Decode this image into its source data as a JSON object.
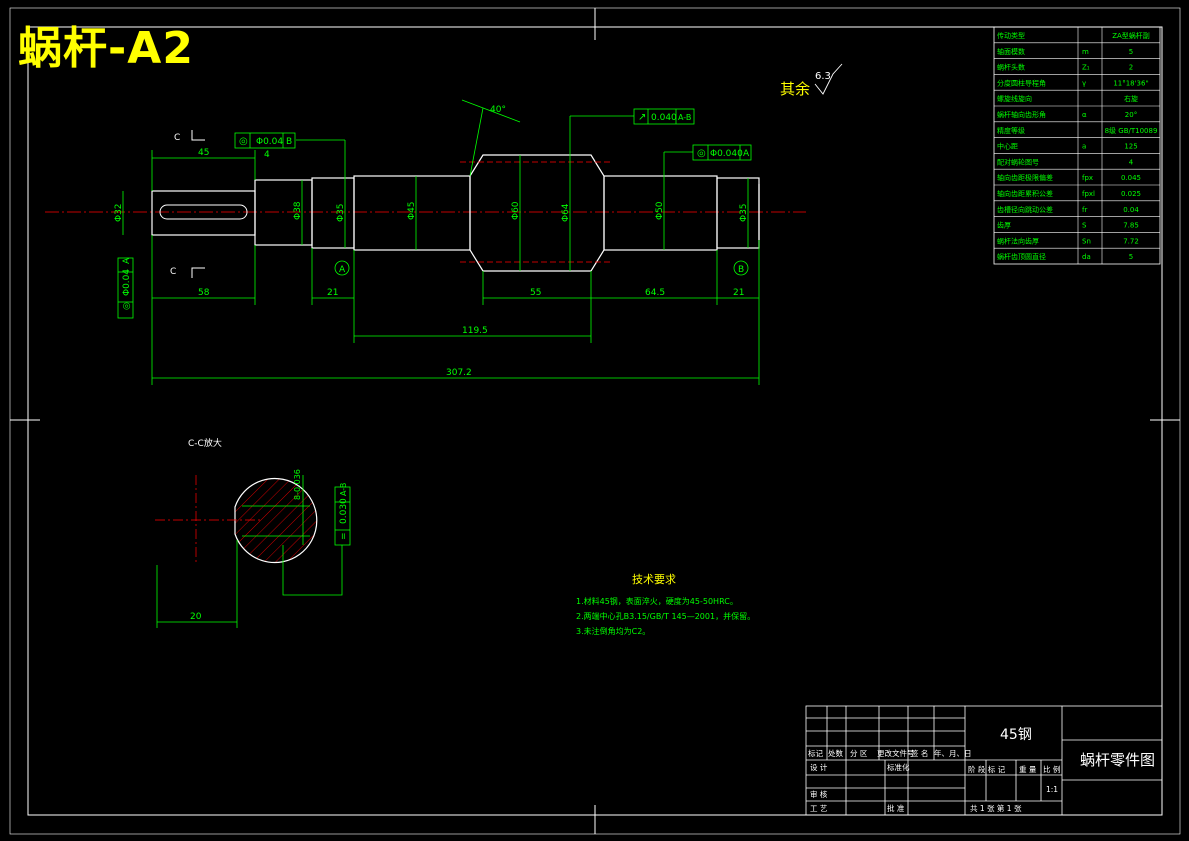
{
  "drawing_title": "蜗杆-A2",
  "roughness_note": {
    "prefix": "其余",
    "value": "6.3"
  },
  "params_table": {
    "rows": [
      {
        "label": "传动类型",
        "symbol": "",
        "value": "ZA型蜗杆副"
      },
      {
        "label": "轴面模数",
        "symbol": "m",
        "value": "5"
      },
      {
        "label": "蜗杆头数",
        "symbol": "Z₁",
        "value": "2"
      },
      {
        "label": "分度圆柱导程角",
        "symbol": "γ",
        "value": "11°18'36\""
      },
      {
        "label": "螺旋线旋向",
        "symbol": "",
        "value": "右旋"
      },
      {
        "label": "蜗杆轴向齿形角",
        "symbol": "α",
        "value": "20°"
      },
      {
        "label": "精度等级",
        "symbol": "",
        "value": "8级 GB/T10089"
      },
      {
        "label": "中心距",
        "symbol": "a",
        "value": "125"
      },
      {
        "label": "配对蜗轮图号",
        "symbol": "",
        "value": "4"
      },
      {
        "label": "轴向齿距极限偏差",
        "symbol": "fpx",
        "value": "0.045"
      },
      {
        "label": "轴向齿距累积公差",
        "symbol": "fpxl",
        "value": "0.025"
      },
      {
        "label": "齿槽径向跳动公差",
        "symbol": "fr",
        "value": "0.04"
      },
      {
        "label": "齿厚",
        "symbol": "S",
        "value": "7.85"
      },
      {
        "label": "蜗杆法向齿厚",
        "symbol": "Sn",
        "value": "7.72"
      },
      {
        "label": "蜗杆齿顶圆直径",
        "symbol": "da",
        "value": "5"
      }
    ]
  },
  "dimensions": {
    "d_45": "45",
    "d_4": "4",
    "d_58": "58",
    "d_21a": "21",
    "d_55": "55",
    "d_64_5": "64.5",
    "d_21b": "21",
    "d_119_5": "119.5",
    "d_307_2": "307.2",
    "d_20": "20",
    "phi_32": "Φ32",
    "phi_38": "Φ38",
    "phi_35a": "Φ35",
    "phi_35b": "Φ35",
    "phi_45": "Φ45",
    "phi_60": "Φ60",
    "phi_50": "Φ50",
    "phi_d1": "Φ64",
    "angle": "40°"
  },
  "tolerance_frames": [
    {
      "symbol": "◎",
      "value": "Φ0.04",
      "datum": "B"
    },
    {
      "symbol": "↗",
      "value": "0.040",
      "datum": "A-B"
    },
    {
      "symbol": "◎",
      "value": "Φ0.040",
      "datum": "A"
    }
  ],
  "left_frame": {
    "symbol": "◎",
    "value": "Φ0.04",
    "datum": "A"
  },
  "section_frame": {
    "symbol": "=",
    "value": "0.030",
    "datum": "A-B"
  },
  "datum_labels": [
    "A",
    "B"
  ],
  "section_labels": {
    "top_c": "C",
    "bot_c": "C",
    "view": "C-C放大",
    "key_dim": "8-0.036"
  },
  "tech_requirements": {
    "heading": "技术要求",
    "items": [
      "1.材料45钢，表面淬火，硬度为45-50HRC。",
      "2.两端中心孔B3.15/GB/T 145—2001，并保留。",
      "3.未注倒角均为C2。"
    ]
  },
  "title_block": {
    "material": "45钢",
    "part_name": "蜗杆零件图",
    "labels": {
      "mark": "标记",
      "count": "处数",
      "zone": "分 区",
      "change_doc": "更改文件号",
      "sign": "签 名",
      "date": "年、月、日",
      "design": "设 计",
      "standard": "标准化",
      "review": "审 核",
      "process": "工 艺",
      "approve": "批 准",
      "stage": "阶 段 标 记",
      "weight": "重 量",
      "scale": "比 例",
      "scale_value": "1:1",
      "sheet": "共 1 张  第 1 张"
    }
  },
  "colors": {
    "outline": "#ffffff",
    "dimension": "#00ff00",
    "centerline": "#ff0000",
    "title": "#ffff00",
    "hatch": "#ff0000"
  }
}
